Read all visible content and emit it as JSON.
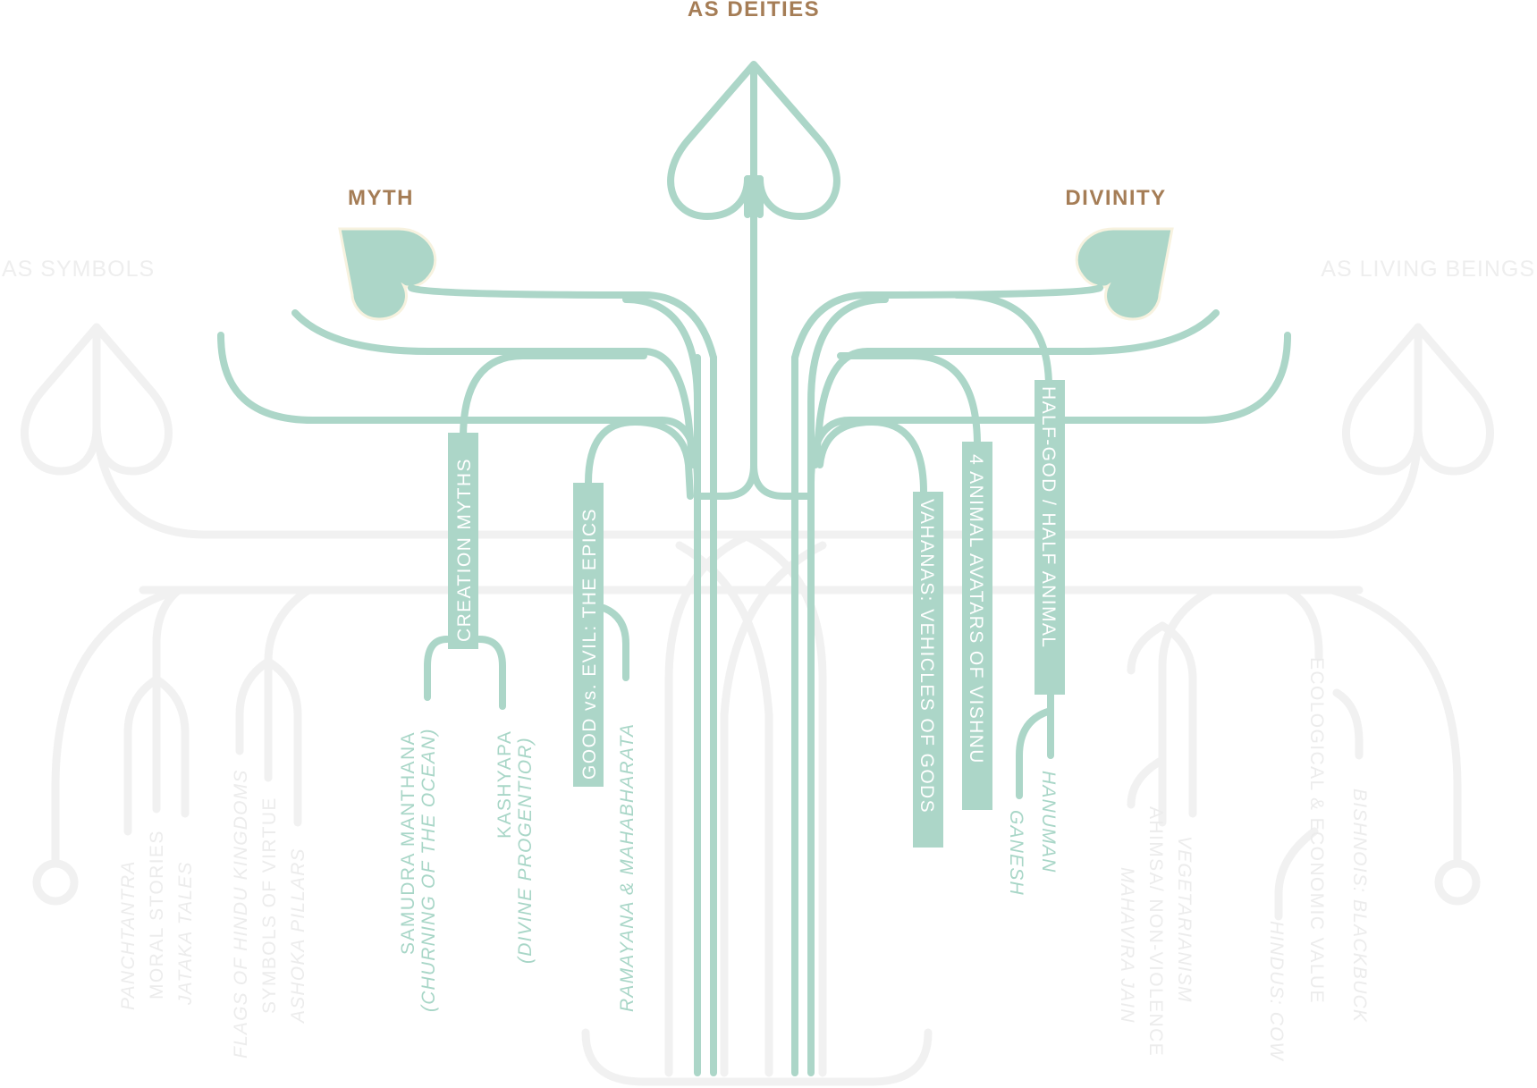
{
  "colors": {
    "accent_green": "#acd6c8",
    "faint_gray": "#f1f1f1",
    "title_brown": "#a57d56",
    "leaf_fill": "#acd6c8"
  },
  "titles": {
    "top": "AS DEITIES",
    "left_branch": "MYTH",
    "right_branch": "DIVINITY",
    "far_left": "AS SYMBOLS",
    "far_right": "AS LIVING BEINGS"
  },
  "boxes": {
    "creation": "CREATION MYTHS",
    "epics": "GOOD vs. EVIL: THE EPICS",
    "vahanas": "VAHANAS: VEHICLES OF GODS",
    "avatars": "4 ANIMAL AVATARS OF VISHNU",
    "halfgod": "HALF-GOD / HALF ANIMAL"
  },
  "leaves": {
    "samudra": "SAMUDRA MANTHANA",
    "samudra_note": "(CHURNING OF THE OCEAN)",
    "kashyapa": "KASHYAPA",
    "kashyapa_note": "(DIVINE PROGENTIOR)",
    "ramayana": "RAMAYANA & MAHABHARATA",
    "hanuman": "HANUMAN",
    "ganesh": "GANESH"
  },
  "faint_leaves": {
    "panchtantra": "PANCHTANTRA",
    "moral": "MORAL STORIES",
    "jataka": "JATAKA TALES",
    "flags": "FLAGS OF HINDU KINGDOMS",
    "virtue": "SYMBOLS OF VIRTUE",
    "ashoka": "ASHOKA PILLARS",
    "vegetarianism": "VEGETARIANISM",
    "ahimsa": "AHIMSA/ NON-VIOLENCE",
    "mahavira": "MAHAVIRA JAIN",
    "ecological": "ECOLOGICAL & ECONOMIC VALUE",
    "hindus_cow": "HINDUS: COW",
    "bishnois": "BISHNOIS: BLACKBUCK"
  }
}
